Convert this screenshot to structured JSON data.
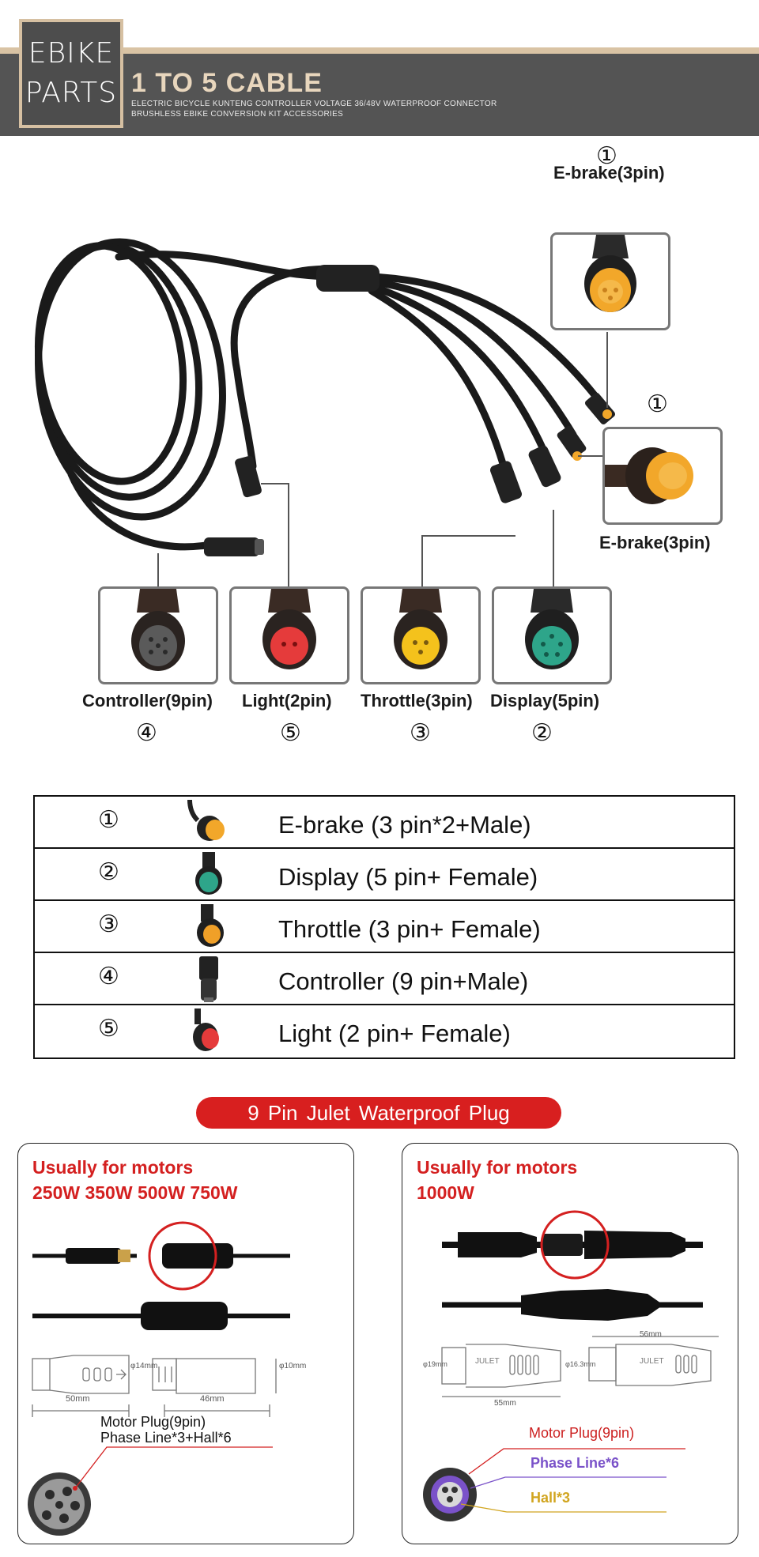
{
  "header": {
    "logo_line1": "EBIKE",
    "logo_line2": "PARTS",
    "title": "1 TO 5 CABLE",
    "subtitle_line1": "ELECTRIC BICYCLE KUNTENG CONTROLLER VOLTAGE 36/48V WATERPROOF CONNECTOR",
    "subtitle_line2": "BRUSHLESS EBIKE CONVERSION KIT ACCESSORIES"
  },
  "diagram": {
    "ebrake_top": {
      "number": "①",
      "label": "E-brake(3pin)"
    },
    "ebrake_right": {
      "number": "①",
      "label": "E-brake(3pin)"
    },
    "connectors": [
      {
        "number": "④",
        "label": "Controller(9pin)"
      },
      {
        "number": "⑤",
        "label": "Light(2pin)"
      },
      {
        "number": "③",
        "label": "Throttle(3pin)"
      },
      {
        "number": "②",
        "label": "Display(5pin)"
      }
    ]
  },
  "spec_table": {
    "rows": [
      {
        "number": "①",
        "text": "E-brake (3 pin*2+Male)",
        "icon": "ebrake-connector-icon",
        "color": "#f2a72a"
      },
      {
        "number": "②",
        "text": "Display  (5 pin+ Female)",
        "icon": "display-connector-icon",
        "color": "#2ea58a"
      },
      {
        "number": "③",
        "text": "Throttle (3 pin+ Female)",
        "icon": "throttle-connector-icon",
        "color": "#f0a028"
      },
      {
        "number": "④",
        "text": "Controller (9 pin+Male)",
        "icon": "controller-connector-icon",
        "color": "#222222"
      },
      {
        "number": "⑤",
        "text": "Light (2 pin+ Female)",
        "icon": "light-connector-icon",
        "color": "#e53b3b"
      }
    ]
  },
  "banner": {
    "text": "9 Pin  Julet  Waterproof Plug"
  },
  "panel_left": {
    "title_line1": "Usually for motors",
    "title_line2": "250W 350W 500W 750W",
    "dim_a": "50mm",
    "dim_b": "46mm",
    "dim_c": "φ14mm",
    "dim_d": "φ10mm",
    "plug_line1": "Motor Plug(9pin)",
    "plug_line2": "Phase Line*3+Hall*6"
  },
  "panel_right": {
    "title_line1": "Usually for motors",
    "title_line2": "1000W",
    "dim_a": "56mm",
    "dim_b": "55mm",
    "dim_c": "φ19mm",
    "dim_d": "φ16.3mm",
    "brand_text": "JULET",
    "plug_label": "Motor Plug(9pin)",
    "phase_label": "Phase Line*6",
    "hall_label": "Hall*3"
  },
  "colors": {
    "header_bar": "#545454",
    "header_accent": "#d9c3a4",
    "banner_red": "#d81f1f",
    "panel_title_red": "#d42020",
    "connector_orange": "#f2a72a",
    "connector_green": "#2ea58a",
    "connector_red": "#e53b3b"
  }
}
